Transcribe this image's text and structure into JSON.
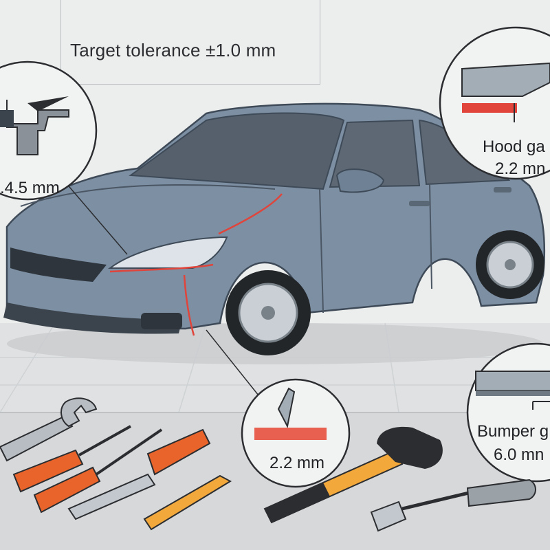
{
  "header": {
    "tolerance_label": "Target tolerance ±1.0 mm"
  },
  "callouts": {
    "left_gap": {
      "label": ".4.5 mm"
    },
    "hood_gap": {
      "line1": "Hood ga",
      "line2": "2.2 mn"
    },
    "door_gap": {
      "label": "2.2 mm"
    },
    "bumper_gap": {
      "line1": "Bumper g",
      "line2": "6.0 mn"
    }
  },
  "colors": {
    "car_body": "#7d8fa3",
    "gap_highlight": "#e0443a",
    "tool_handle": "#e8642a",
    "mallet_handle": "#f2a83b",
    "background": "#e9eaea"
  },
  "tools": [
    "wrench-icon",
    "screwdriver-icon",
    "screwdriver-icon",
    "pry-tool-icon",
    "chisel-icon",
    "rubber-mallet-icon",
    "nut-driver-icon"
  ]
}
